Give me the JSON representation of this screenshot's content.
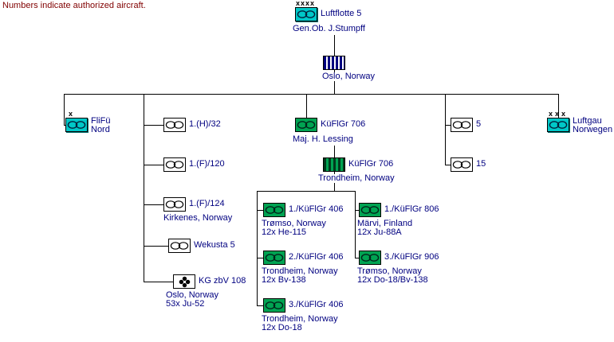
{
  "note": "Numbers indicate authorized aircraft.",
  "colors": {
    "cyan": "#00C8C8",
    "green": "#00A352",
    "navy": "#000080",
    "maroon": "#800000"
  },
  "luftflotte": {
    "size_marker": "xxxx",
    "label": "Luftflotte 5",
    "commander": "Gen.Ob. J.Stumpff",
    "hq": "Oslo, Norway"
  },
  "flifu": {
    "size_marker": "x",
    "label_line1": "FliFü",
    "label_line2": "Nord"
  },
  "luftgau": {
    "size_marker": "xxx",
    "label_line1": "Luftgau",
    "label_line2": "Norwegen"
  },
  "units": {
    "h32": {
      "label": "1.(H)/32"
    },
    "f120": {
      "label": "1.(F)/120"
    },
    "f124": {
      "label": "1.(F)/124",
      "location": "Kirkenes, Norway"
    },
    "wekusta5": {
      "label": "Wekusta 5"
    },
    "kgzbv108": {
      "label": "KG zbV 108",
      "location": "Oslo, Norway",
      "aircraft": "53x Ju-52"
    },
    "kuflgr706": {
      "label": "KüFlGr 706",
      "commander": "Maj. H. Lessing"
    },
    "kuflgr706_hq": {
      "label": "KüFlGr 706",
      "location": "Trondheim, Norway"
    },
    "k406_1": {
      "label": "1./KüFlGr 406",
      "location": "Trømso, Norway",
      "aircraft": "12x He-115"
    },
    "k406_2": {
      "label": "2./KüFlGr 406",
      "location": "Trondheim, Norway",
      "aircraft": "12x Bv-138"
    },
    "k406_3": {
      "label": "3./KüFlGr 406",
      "location": "Trondheim, Norway",
      "aircraft": "12x Do-18"
    },
    "k806_1": {
      "label": "1./KüFlGr 806",
      "location": "Märvi, Finland",
      "aircraft": "12x Ju-88A"
    },
    "k906_3": {
      "label": "3./KüFlGr 906",
      "location": "Trømso, Norway",
      "aircraft": "12x Do-18/Bv-138"
    },
    "u5": {
      "label": "5"
    },
    "u15": {
      "label": "15"
    }
  }
}
